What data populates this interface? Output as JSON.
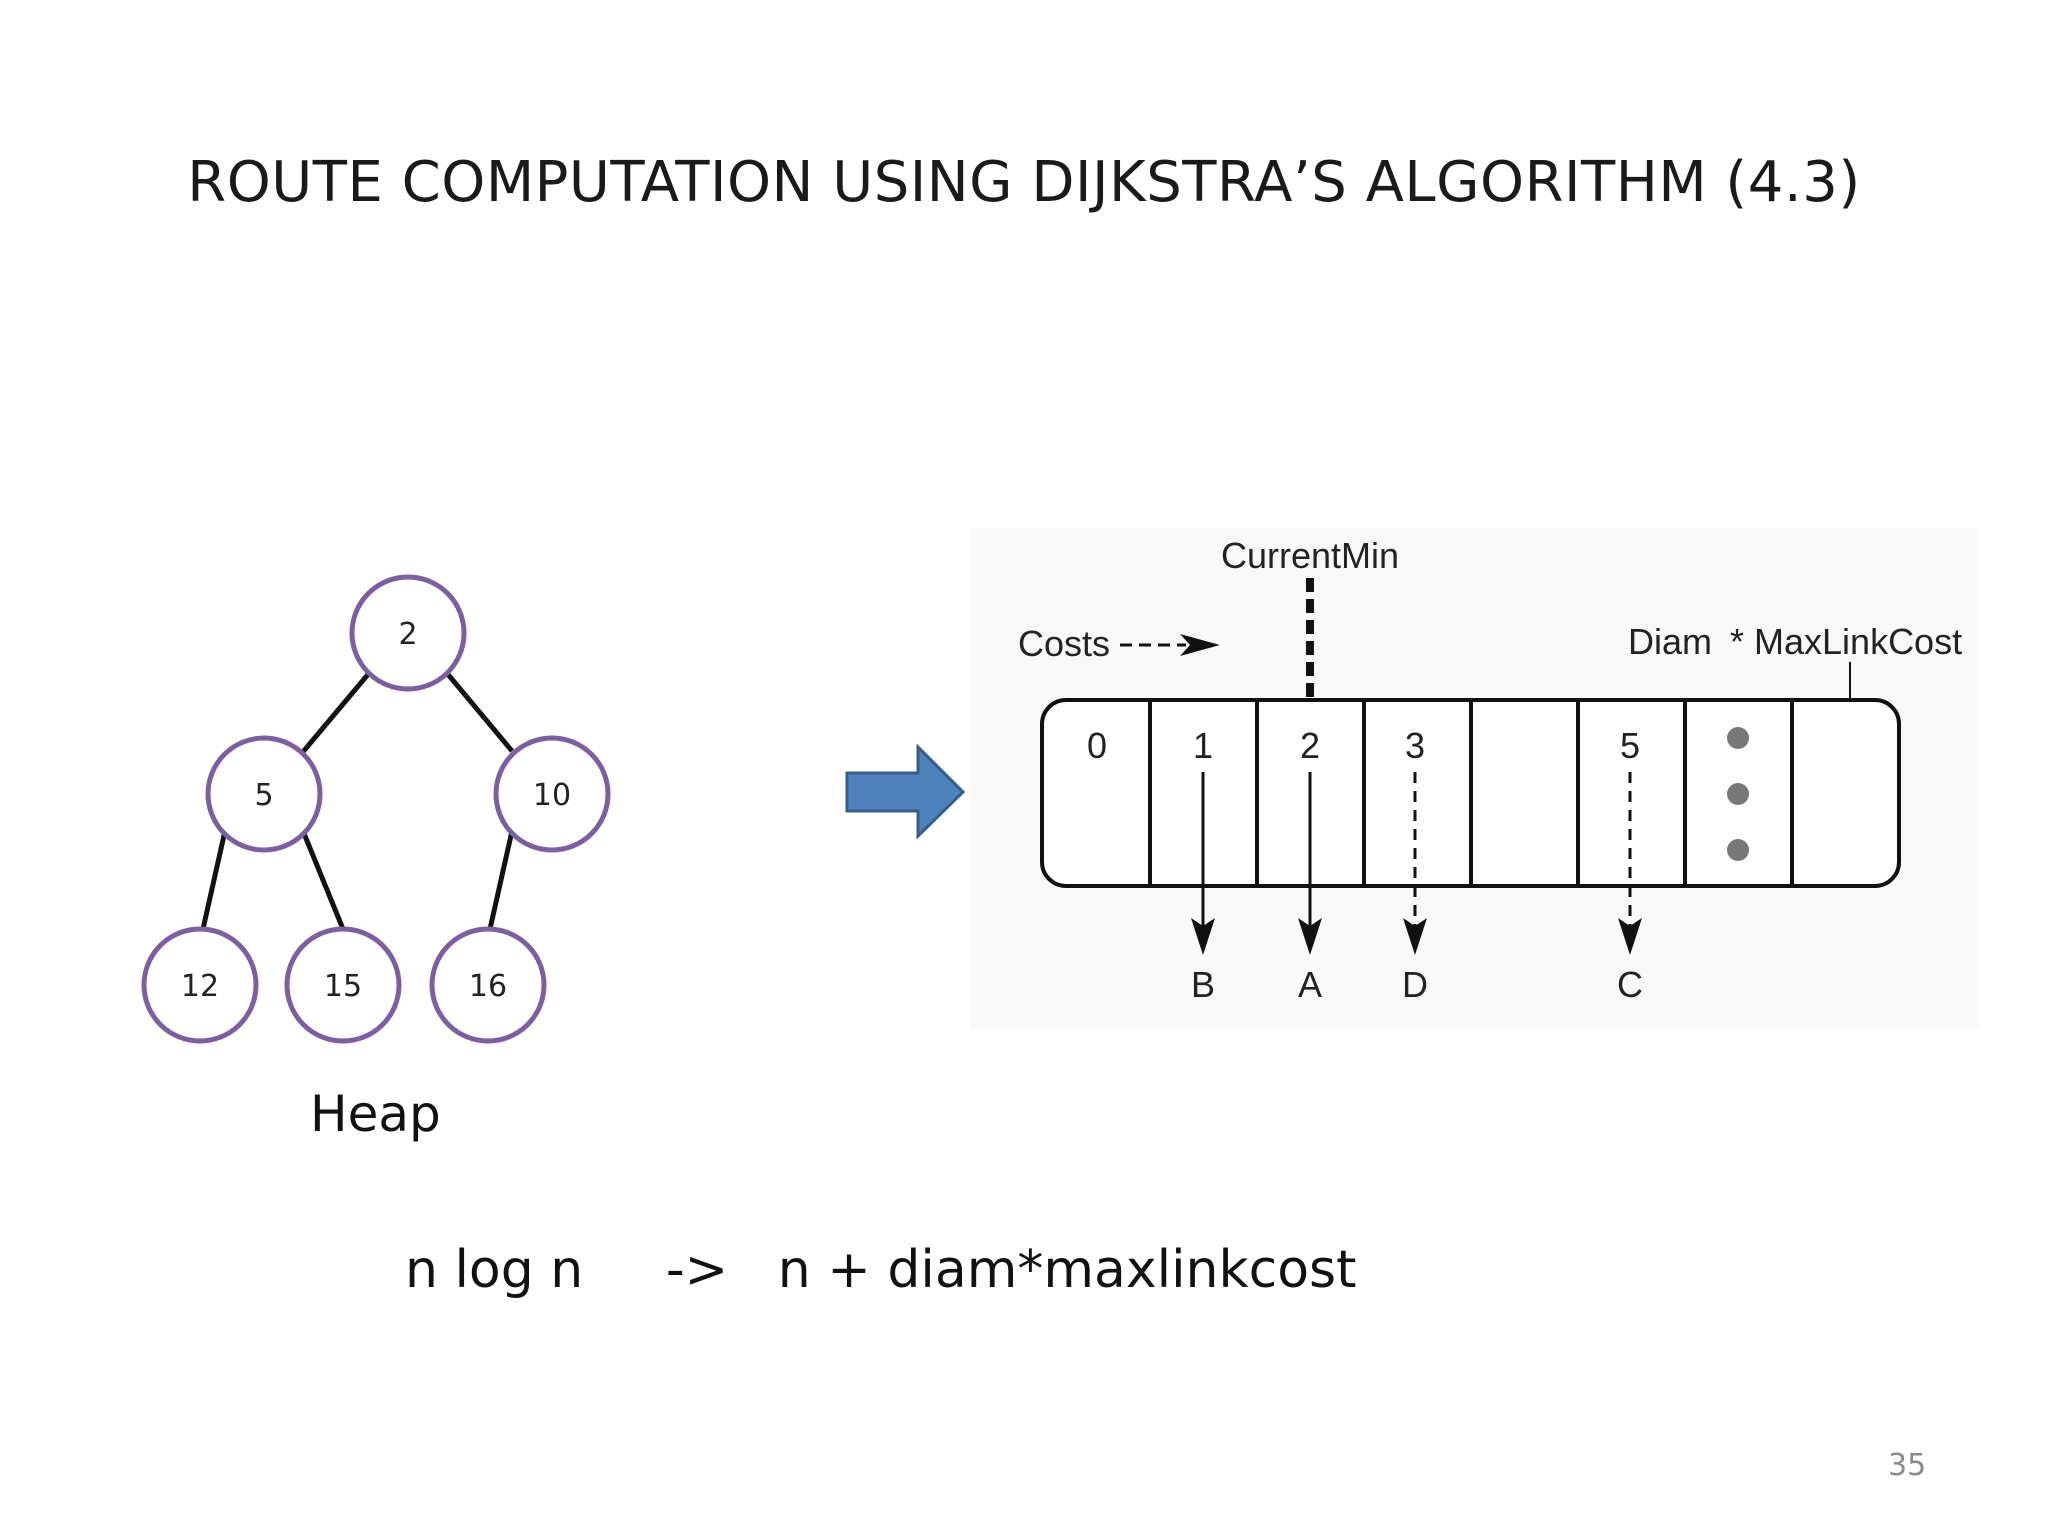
{
  "slide": {
    "title": "ROUTE COMPUTATION USING DIJKSTRA’S ALGORITHM (4.3)",
    "page_number": "35",
    "complexity": "n log n     ->   n + diam*maxlinkcost",
    "colors": {
      "node_outline": "#7b5fa0",
      "arrow_fill": "#4f81bd",
      "arrow_stroke": "#385d8a",
      "line": "#111111"
    }
  },
  "heap": {
    "caption": "Heap",
    "nodes": [
      "2",
      "5",
      "10",
      "12",
      "15",
      "16"
    ]
  },
  "transition": {
    "icon": "right-arrow-icon"
  },
  "bucket_array": {
    "current_min_label": "CurrentMin",
    "costs_label": "Costs",
    "diam_label": "Diam",
    "max_link_cost_label": "* MaxLinkCost",
    "bucket_indices": [
      "0",
      "1",
      "2",
      "3",
      "",
      "5",
      "",
      ""
    ],
    "pointer_targets": {
      "b1": "B",
      "b2": "A",
      "b3": "D",
      "b5": "C"
    }
  }
}
